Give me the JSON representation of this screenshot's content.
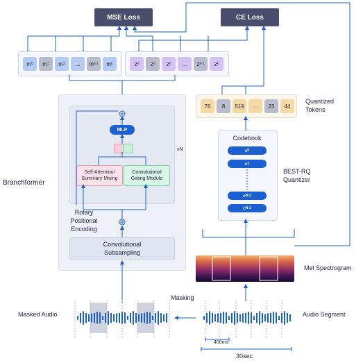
{
  "losses": {
    "mse": "MSE Loss",
    "ce": "CE Loss"
  },
  "m_tokens": [
    {
      "base": "m",
      "sub": "0",
      "style": "m-blue"
    },
    {
      "base": "m",
      "sub": "1",
      "style": "m-gray"
    },
    {
      "base": "m",
      "sub": "2",
      "style": "m-blue"
    },
    {
      "base": "...",
      "sub": "",
      "style": "m-blue"
    },
    {
      "base": "m",
      "sub": "k-1",
      "style": "m-gray"
    },
    {
      "base": "m",
      "sub": "k",
      "style": "m-blue"
    }
  ],
  "z_tokens": [
    {
      "base": "z",
      "sub": "0",
      "style": "z-purp"
    },
    {
      "base": "z",
      "sub": "1",
      "style": "z-gray"
    },
    {
      "base": "z",
      "sub": "2",
      "style": "z-purp"
    },
    {
      "base": "...",
      "sub": "",
      "style": "z-purp"
    },
    {
      "base": "z",
      "sub": "k-1",
      "style": "z-gray"
    },
    {
      "base": "z",
      "sub": "k",
      "style": "z-purp"
    }
  ],
  "quantized": {
    "tokens": [
      {
        "v": "76",
        "style": "q-yel"
      },
      {
        "v": "8",
        "style": "q-gray"
      },
      {
        "v": "519",
        "style": "q-yel"
      },
      {
        "v": "...",
        "style": "q-yel"
      },
      {
        "v": "23",
        "style": "q-gray"
      },
      {
        "v": "44",
        "style": "q-yel"
      }
    ],
    "label_line1": "Quantized",
    "label_line2": "Tokens"
  },
  "branchformer": {
    "label": "Branchformer",
    "xn": "xN",
    "mlp": "MLP",
    "attn_line1": "Self-Attention/",
    "attn_line2": "Summary Mixing",
    "conv_line1": "Convolutional",
    "conv_line2": "Gating Module",
    "rope_line1": "Rotary",
    "rope_line2": "Positional",
    "rope_line3": "Encoding",
    "subsamp_line1": "Convolutional",
    "subsamp_line2": "Subsampling"
  },
  "codebook": {
    "title": "Codebook",
    "codes": [
      "c0",
      "c1",
      "cN-2",
      "cN-1"
    ],
    "quantizer_line1": "BEST-RQ",
    "quantizer_line2": "Quantizer"
  },
  "mel_label": "Mel Spectrogram",
  "masking_label": "Masking",
  "masked_audio_label": "Masked Audio",
  "audio_segment_label": "Audio Segment",
  "dur_400": "400ms",
  "dur_30": "30sec"
}
